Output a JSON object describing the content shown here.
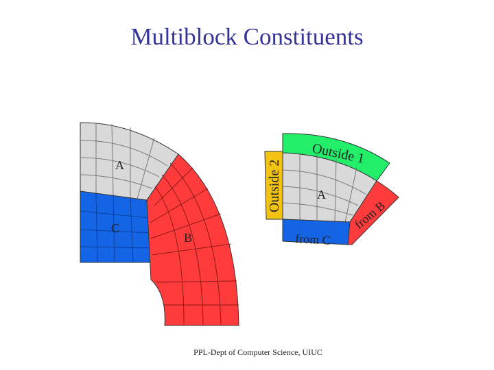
{
  "title": "Multiblock Constituents",
  "footer": "PPL-Dept of Computer Science, UIUC",
  "colors": {
    "block_a": "#d9d9d9",
    "block_b": "#ff3b3b",
    "block_c": "#1464e6",
    "outside_1": "#22ee6a",
    "outside_2": "#f2c313",
    "title": "#333399"
  },
  "left_diagram": {
    "label_a": "A",
    "label_b": "B",
    "label_c": "C"
  },
  "right_diagram": {
    "label_a": "A",
    "label_outside_1": "Outside 1",
    "label_outside_2": "Outside 2",
    "label_from_c": "from C",
    "label_from_b": "from B"
  }
}
